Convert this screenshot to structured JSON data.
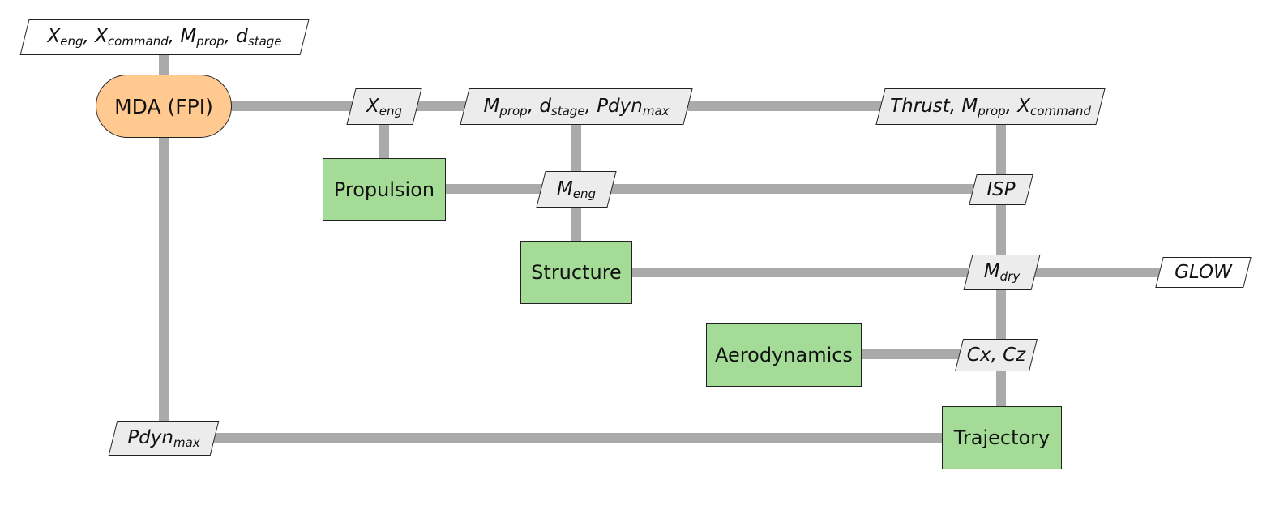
{
  "colors": {
    "connector": "#aaaaaa",
    "component_fill": "#a3db97",
    "driver_fill": "#ffc990",
    "variable_fill": "#ececec",
    "io_fill": "#ffffff",
    "border": "#222222"
  },
  "driver": {
    "label": "MDA (FPI)"
  },
  "components": {
    "propulsion": "Propulsion",
    "structure": "Structure",
    "aerodynamics": "Aerodynamics",
    "trajectory": "Trajectory"
  },
  "variables": {
    "top_inputs": [
      {
        "base": "X",
        "sub": "eng"
      },
      {
        "sep": ", "
      },
      {
        "base": "X",
        "sub": "command"
      },
      {
        "sep": ", "
      },
      {
        "base": "M",
        "sub": "prop"
      },
      {
        "sep": ", "
      },
      {
        "base": "d",
        "sub": "stage"
      }
    ],
    "x_eng": [
      {
        "base": "X",
        "sub": "eng"
      }
    ],
    "mprop_dstage_pdyn": [
      {
        "base": "M",
        "sub": "prop"
      },
      {
        "sep": ", "
      },
      {
        "base": "d",
        "sub": "stage"
      },
      {
        "sep": ", "
      },
      {
        "base": "Pdyn",
        "sub": "max"
      }
    ],
    "thrust_mprop_xcommand": [
      {
        "base": "Thrust"
      },
      {
        "sep": ", "
      },
      {
        "base": "M",
        "sub": "prop"
      },
      {
        "sep": ", "
      },
      {
        "base": "X",
        "sub": "command"
      }
    ],
    "m_eng": [
      {
        "base": "M",
        "sub": "eng"
      }
    ],
    "isp": [
      {
        "base": "ISP"
      }
    ],
    "m_dry": [
      {
        "base": "M",
        "sub": "dry"
      }
    ],
    "glow": [
      {
        "base": "GLOW"
      }
    ],
    "cx_cz": [
      {
        "base": "Cx"
      },
      {
        "sep": ", "
      },
      {
        "base": "Cz"
      }
    ],
    "pdyn_max": [
      {
        "base": "Pdyn",
        "sub": "max"
      }
    ]
  }
}
